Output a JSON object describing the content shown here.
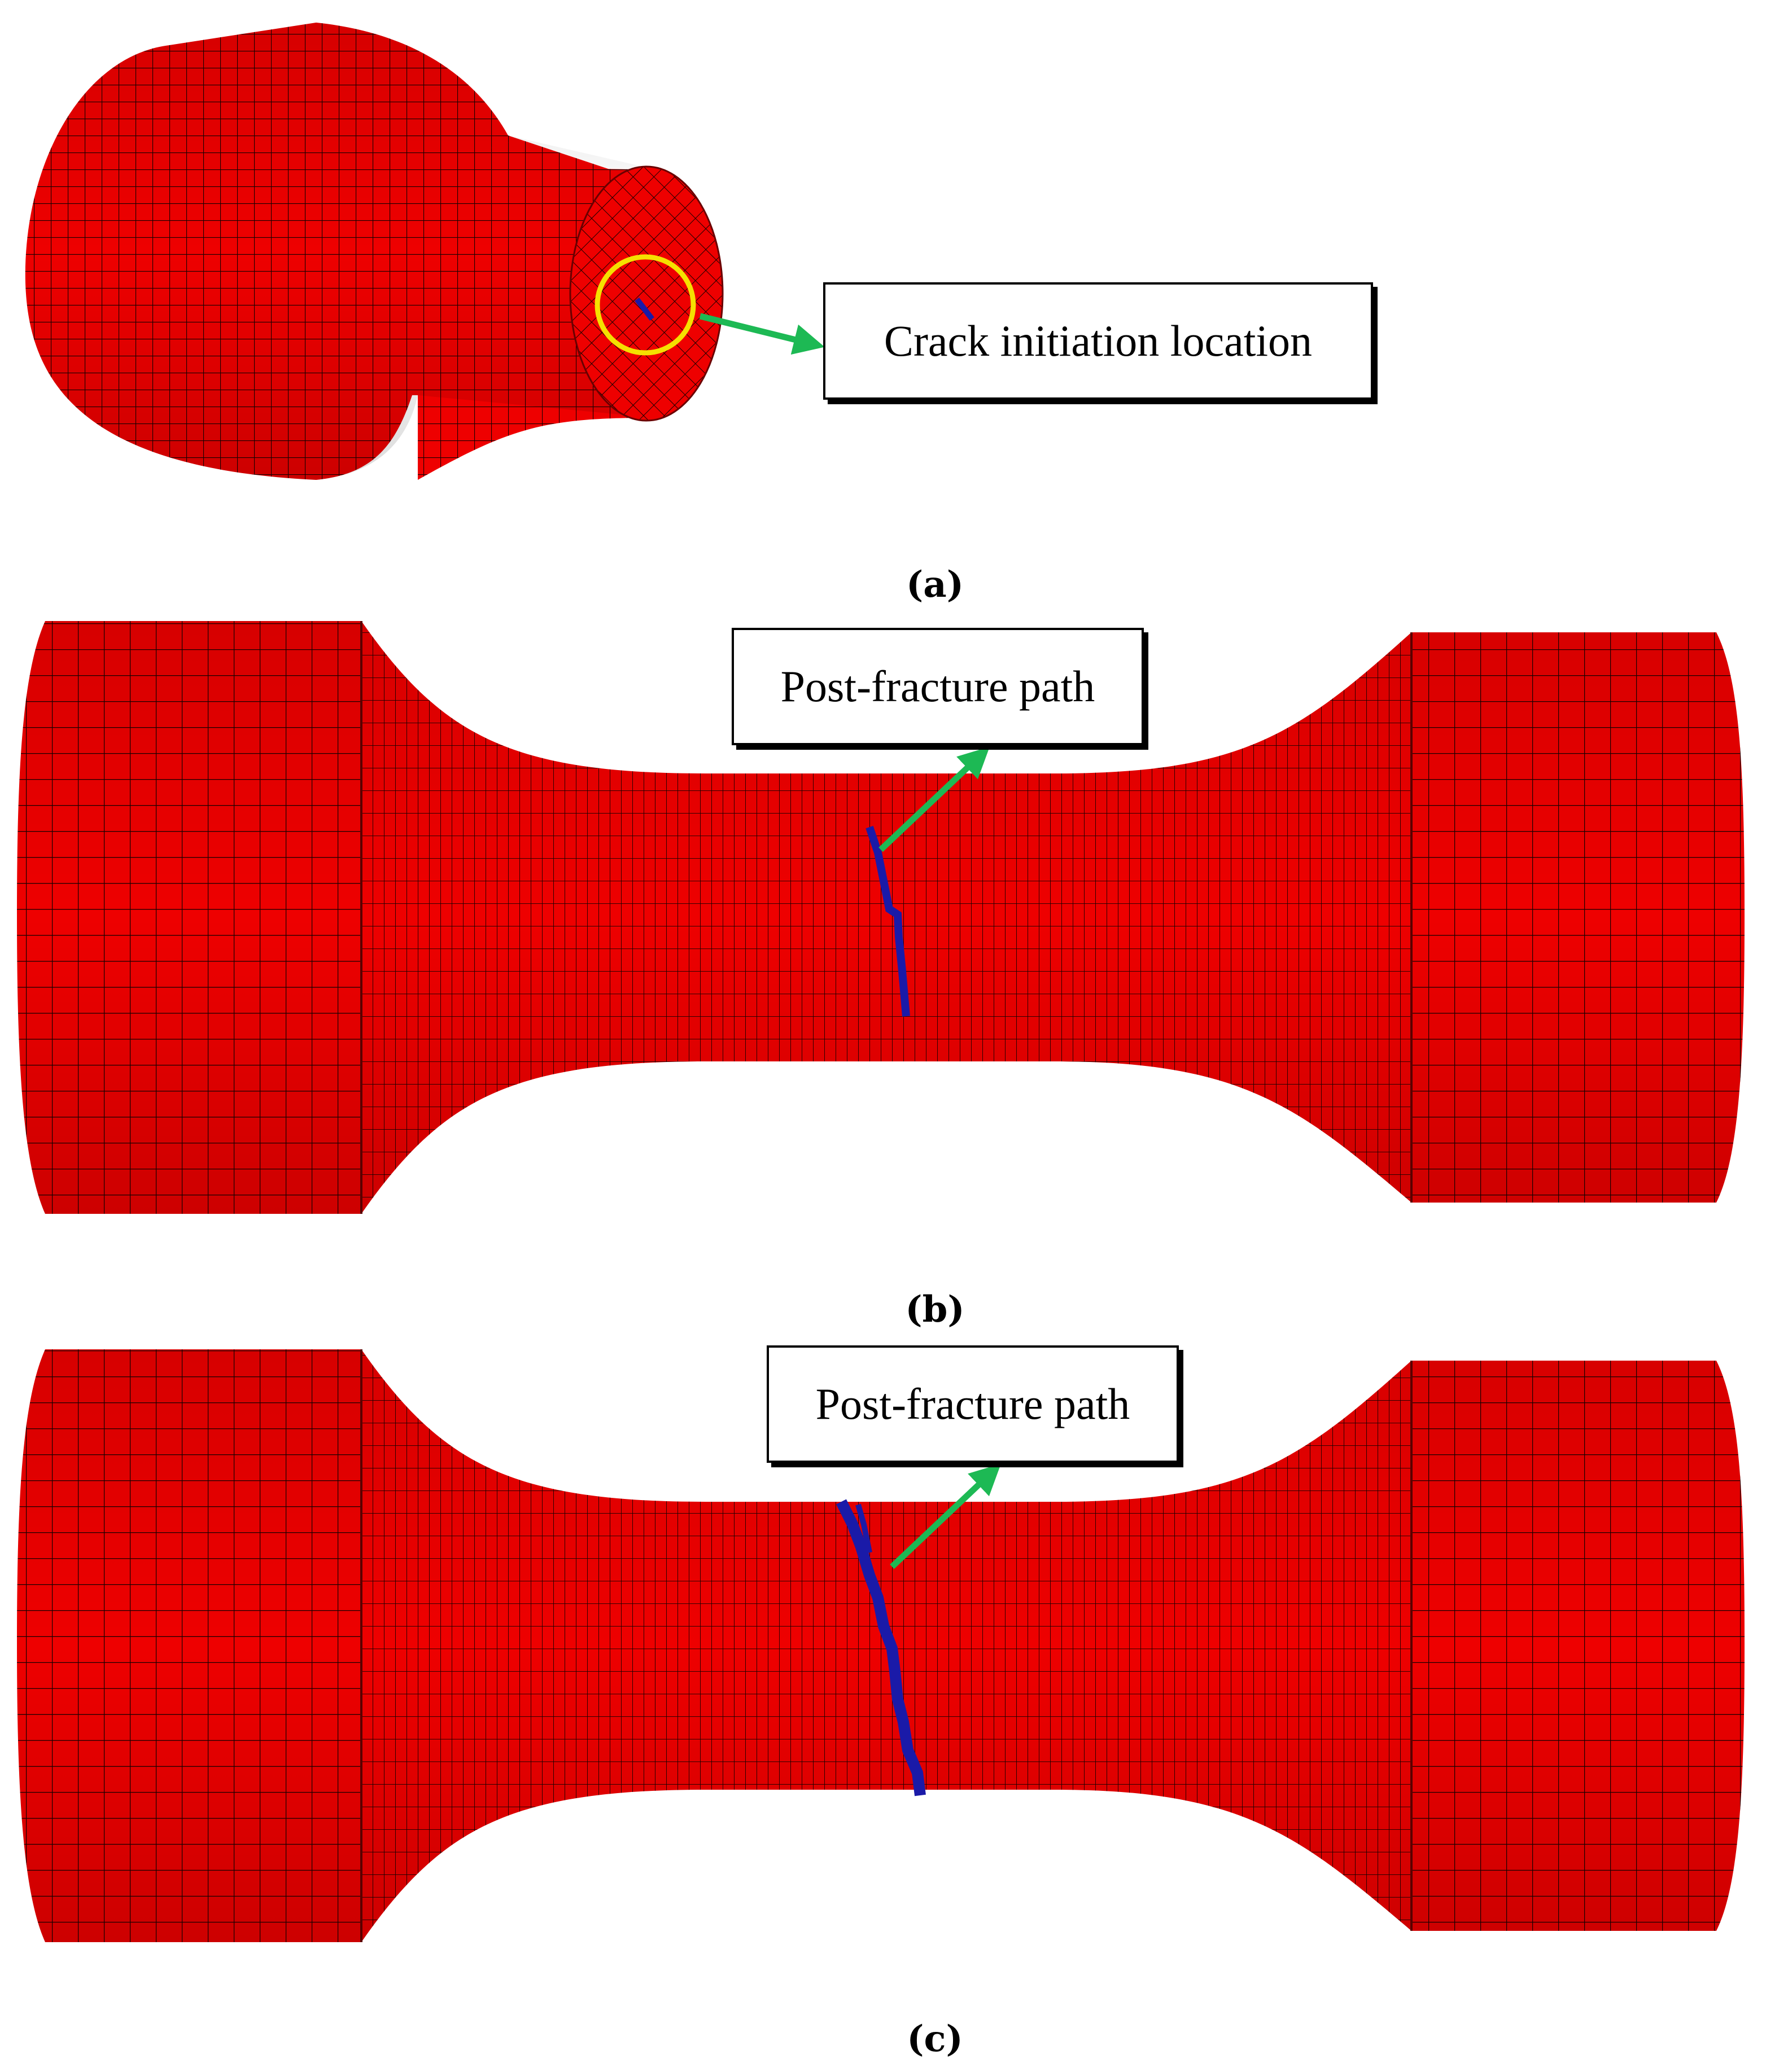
{
  "panels": [
    {
      "id": "a",
      "caption": "(a)",
      "label": "Crack  initiation  location"
    },
    {
      "id": "b",
      "caption": "(b)",
      "label": "Post-fracture path"
    },
    {
      "id": "c",
      "caption": "(c)",
      "label": "Post-fracture path"
    }
  ],
  "colors": {
    "specimen": "#ee0000",
    "specimen_shade": "#d40000",
    "mesh": "#1a0000",
    "crack": "#1a1aa8",
    "arrow": "#1db954",
    "highlight_circle": "#f5e000"
  }
}
